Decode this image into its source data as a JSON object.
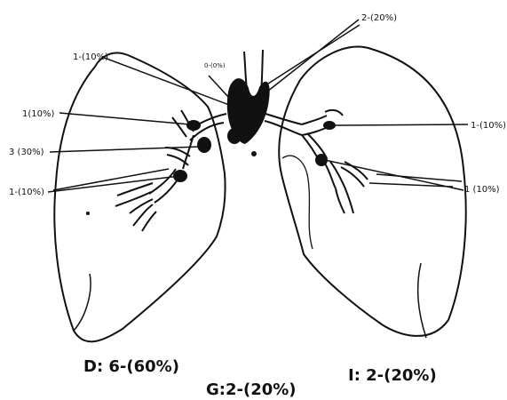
{
  "labels": {
    "trachea_top": "2-(20%)",
    "left_top": "1-(10%)",
    "center_small": "0-(0%)",
    "left_upper": "1(10%)",
    "left_mid": "3 (30%)",
    "left_low": "1-(10%)",
    "right_upper": "1-(10%)",
    "right_low": "1 (10%)"
  },
  "totals": {
    "d": "D: 6-(60%)",
    "g": "G:2-(20%)",
    "i": "I: 2-(20%)"
  },
  "colors": {
    "ink": "#111111",
    "background": "#ffffff"
  }
}
